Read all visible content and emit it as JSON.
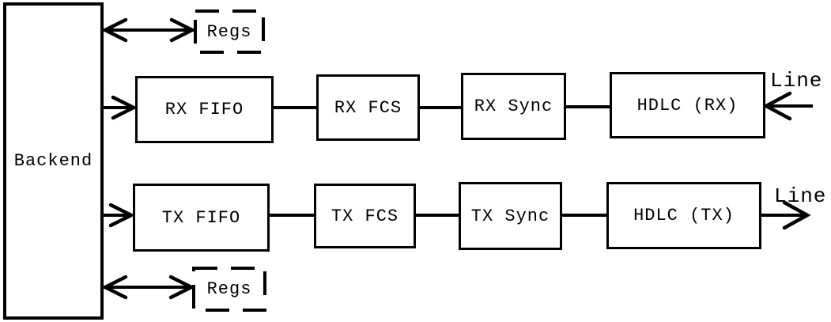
{
  "nodes": {
    "backend": "Backend",
    "regs_top": "Regs",
    "regs_bottom": "Regs",
    "rx_fifo": "RX FIFO",
    "rx_fcs": "RX FCS",
    "rx_sync": "RX Sync",
    "hdlc_rx": "HDLC (RX)",
    "tx_fifo": "TX FIFO",
    "tx_fcs": "TX FCS",
    "tx_sync": "TX Sync",
    "hdlc_tx": "HDLC (TX)",
    "line_rx": "Line",
    "line_tx": "Line"
  },
  "connections": [
    {
      "from": "backend",
      "to": "regs_top",
      "style": "double-arrow"
    },
    {
      "from": "backend",
      "to": "rx_fifo",
      "style": "arrow"
    },
    {
      "from": "rx_fifo",
      "to": "rx_fcs",
      "style": "line"
    },
    {
      "from": "rx_fcs",
      "to": "rx_sync",
      "style": "line"
    },
    {
      "from": "rx_sync",
      "to": "hdlc_rx",
      "style": "line"
    },
    {
      "from": "line_rx",
      "to": "hdlc_rx",
      "style": "arrow"
    },
    {
      "from": "backend",
      "to": "tx_fifo",
      "style": "arrow"
    },
    {
      "from": "tx_fifo",
      "to": "tx_fcs",
      "style": "line"
    },
    {
      "from": "tx_fcs",
      "to": "tx_sync",
      "style": "line"
    },
    {
      "from": "tx_sync",
      "to": "hdlc_tx",
      "style": "line"
    },
    {
      "from": "hdlc_tx",
      "to": "line_tx",
      "style": "arrow"
    },
    {
      "from": "backend",
      "to": "regs_bottom",
      "style": "double-arrow"
    }
  ],
  "colors": {
    "stroke": "#000000",
    "background": "#ffffff"
  }
}
